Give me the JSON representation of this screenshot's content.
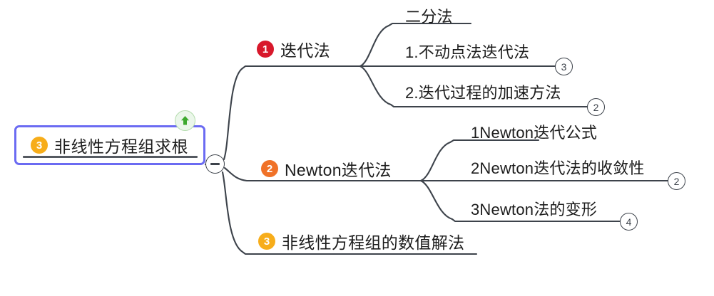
{
  "mindmap": {
    "root": {
      "label": "非线性方程组求根",
      "badge": "3",
      "badge_color": "#f7ad1a",
      "border_color": "#6b6bf2",
      "marker_icon": "arrow-up-icon",
      "toggle_icon": "minus-icon"
    },
    "branches": [
      {
        "label": "迭代法",
        "badge": "1",
        "badge_color": "#d8182b",
        "children": [
          {
            "label": "二分法",
            "count": ""
          },
          {
            "label": "1.不动点法迭代法",
            "count": "3"
          },
          {
            "label": "2.迭代过程的加速方法",
            "count": "2"
          }
        ]
      },
      {
        "label": "Newton迭代法",
        "badge": "2",
        "badge_color": "#f07228",
        "children": [
          {
            "label": "1Newton迭代公式",
            "count": ""
          },
          {
            "label": "2Newton迭代法的收敛性",
            "count": "2"
          },
          {
            "label": "3Newton法的变形",
            "count": "4"
          }
        ]
      },
      {
        "label": "非线性方程组的数值解法",
        "badge": "3",
        "badge_color": "#f7ad1a",
        "children": []
      }
    ],
    "colors": {
      "line": "#3d434b",
      "underline": "#555a61",
      "text": "#1c1c1c",
      "arrow_green": "#3da92e"
    }
  }
}
